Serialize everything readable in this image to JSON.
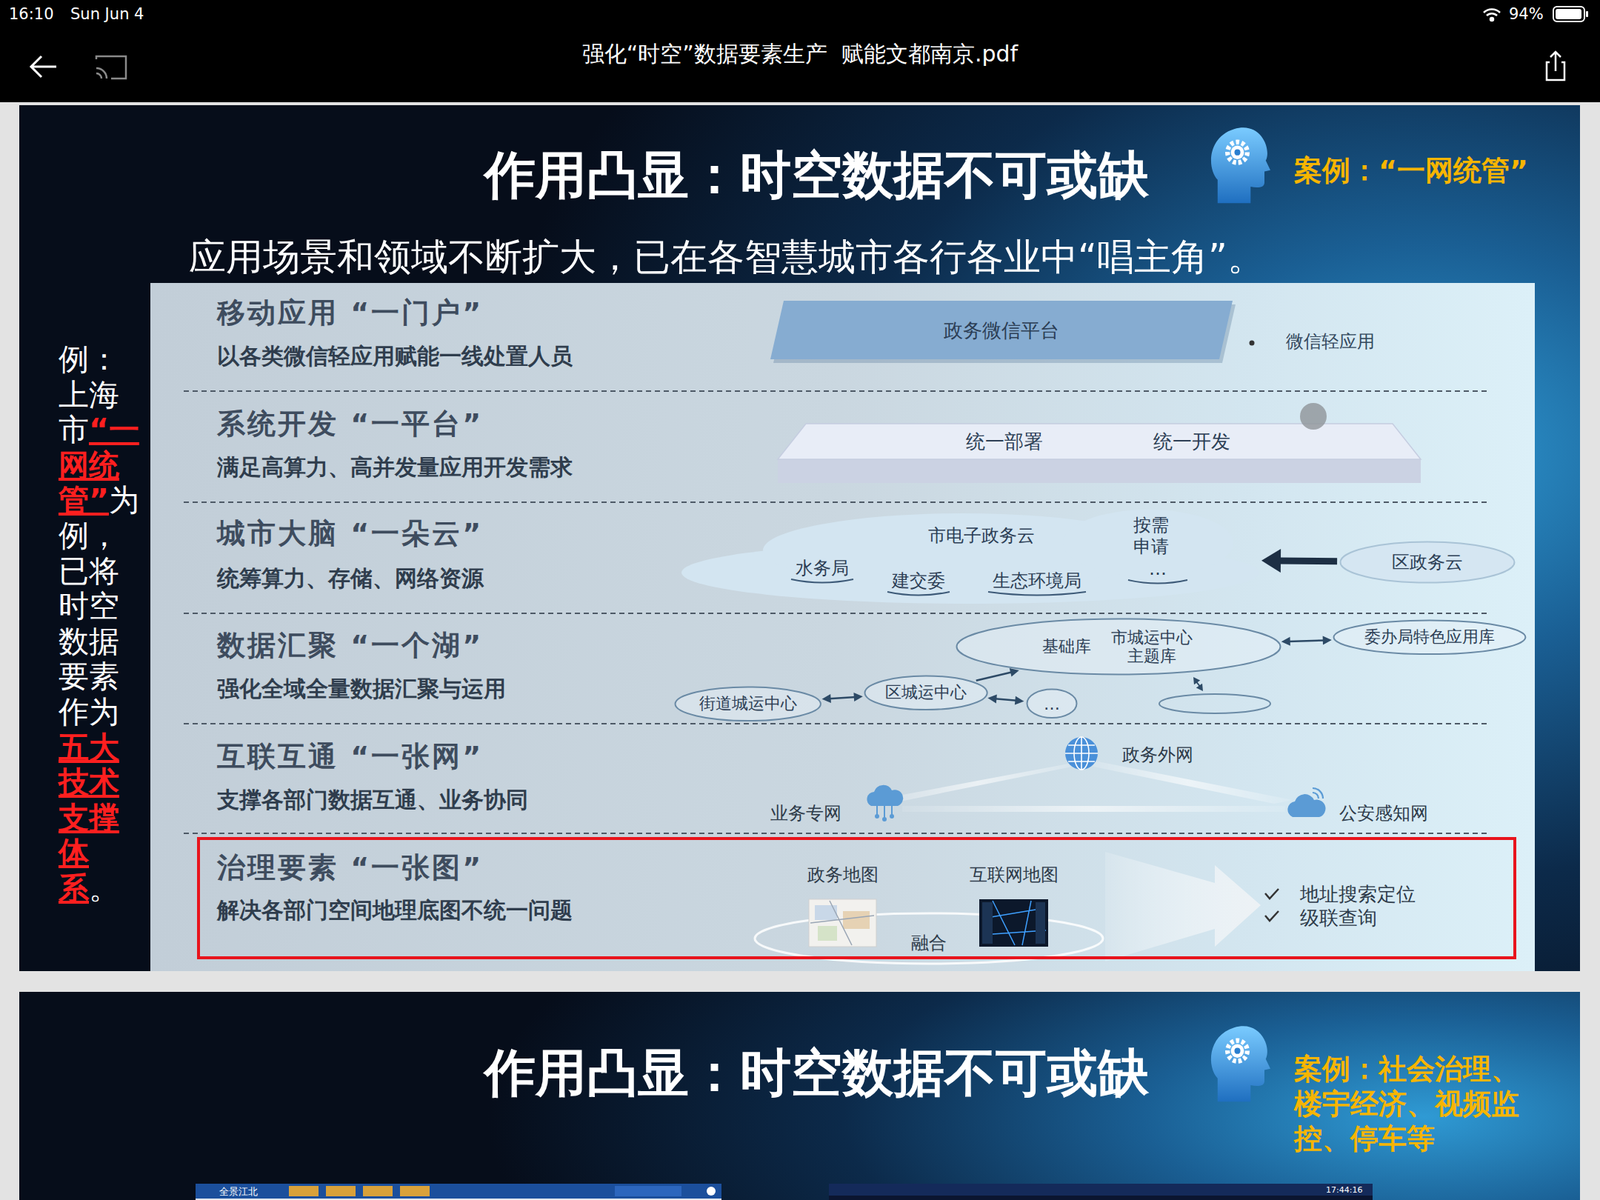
{
  "diagram": {
    "title": "作用凸显：时空数据不可或缺",
    "nodes": [
      {
        "text": [
          "移动应用 “一门户”",
          "以各类微信轻应用赋能一线处置人员"
        ]
      },
      {
        "text": [
          "政务微信平台"
        ],
        "in": 0
      },
      {
        "text": [
          "系统开发 “一平台”",
          "满足高算力、高并发量应用开发需求"
        ]
      },
      {
        "text": [
          "统一部署",
          "统一开发"
        ],
        "in": 2
      },
      {
        "text": [
          "城市大脑 “一朵云”",
          "统筹算力、存储、网络资源"
        ]
      },
      {
        "text": [
          "市电子政务云",
          "水务局",
          "建交委",
          "生态环境局",
          "按需申请",
          "…"
        ],
        "in": 4
      },
      {
        "text": [
          "区政务云"
        ],
        "in": 4
      },
      {
        "text": [
          "数据汇聚 “一个湖”",
          "强化全域全量数据汇聚与运用"
        ]
      },
      {
        "text": [
          "基础库",
          "市城运中心 主题库"
        ],
        "in": 7
      },
      {
        "text": [
          "区城运中心"
        ],
        "in": 7
      },
      {
        "text": [
          "街道城运中心"
        ],
        "in": 7
      },
      {
        "text": [
          "…"
        ],
        "in": 7
      },
      {
        "text": [
          "委办局特色应用库"
        ],
        "in": 7
      },
      {
        "text": [
          "互联互通 “一张网”",
          "支撑各部门数据互通、业务协同"
        ]
      },
      {
        "text": [
          "治理要素 “一张图”",
          "解决各部门空间地理底图不统一问题"
        ]
      }
    ],
    "edges": [
      {
        "from": 6,
        "to": 5,
        "arrow": "to"
      },
      {
        "from": 10,
        "to": 9,
        "arrow": "both"
      },
      {
        "from": 9,
        "to": 8,
        "arrow": "to"
      },
      {
        "from": 9,
        "to": 11,
        "arrow": "both"
      },
      {
        "from": 8,
        "to": 12,
        "arrow": "both"
      }
    ],
    "labels": [
      "16:10",
      "Sun Jun 4",
      "94%",
      "强化“时空”数据要素生产  赋能文都南京.pdf",
      "案例：“一网统管”",
      "应用场景和领域不断扩大，已在各智慧城市各行各业中“唱主角”。",
      "例：上海市",
      "“一网统管”",
      "为例，已将时空数据要素作为",
      "五大技术支撑体系",
      "。",
      "微信轻应用",
      "政务外网",
      "业务专网",
      "公安感知网",
      "政务地图",
      "互联网地图",
      "融合",
      "地址搜索定位",
      "级联查询",
      "作用凸显：时空数据不可或缺",
      "案例：社会治理、楼宇经济、视频监控、停车等",
      "全景江北",
      "17:44:16"
    ]
  }
}
